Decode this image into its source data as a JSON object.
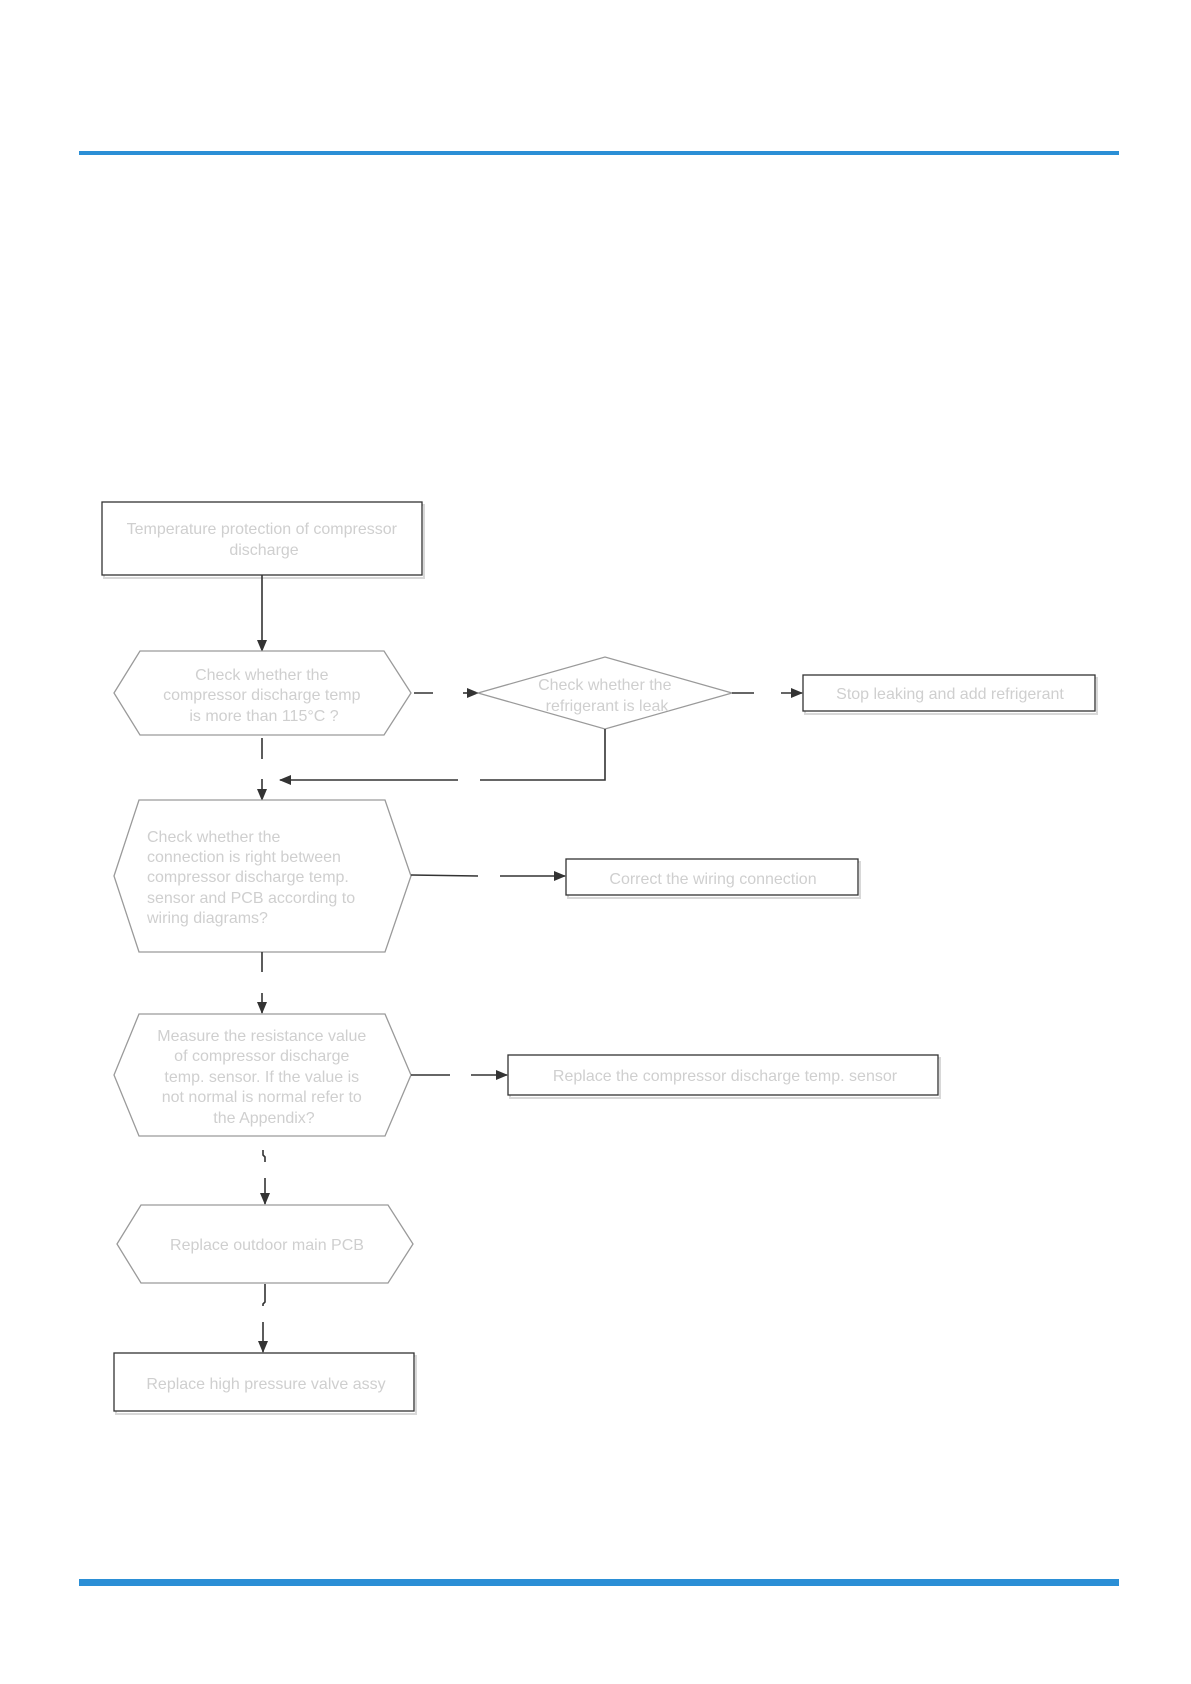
{
  "flowchart": {
    "start": {
      "lines": [
        "Temperature protection of compressor",
        "discharge"
      ]
    },
    "check_temp": {
      "lines": [
        "Check whether the",
        "compressor discharge temp",
        "is more than 115°C ?"
      ]
    },
    "check_leak": {
      "lines": [
        "Check whether the",
        "refrigerant is leak"
      ]
    },
    "stop_leaking": {
      "lines": [
        "Stop leaking and add refrigerant"
      ]
    },
    "check_connection": {
      "lines": [
        "Check        whether        the",
        "connection  is  right  between",
        "compressor  discharge  temp.",
        "sensor  and  PCB  according  to",
        "wiring diagrams?"
      ]
    },
    "correct_wiring": {
      "lines": [
        "Correct the wiring connection"
      ]
    },
    "measure_resistance": {
      "lines": [
        "Measure the resistance value",
        "of compressor discharge",
        "temp. sensor. If the value is",
        "not normal is normal refer to",
        "the Appendix?"
      ]
    },
    "replace_sensor": {
      "lines": [
        "Replace the compressor discharge temp. sensor"
      ]
    },
    "replace_pcb": {
      "lines": [
        "Replace outdoor main PCB"
      ]
    },
    "replace_valve": {
      "lines": [
        "Replace high pressure valve assy"
      ]
    }
  },
  "colors": {
    "accent_rule": "#2b8fd6",
    "line": "#333333",
    "text": "#cfcfcf"
  }
}
